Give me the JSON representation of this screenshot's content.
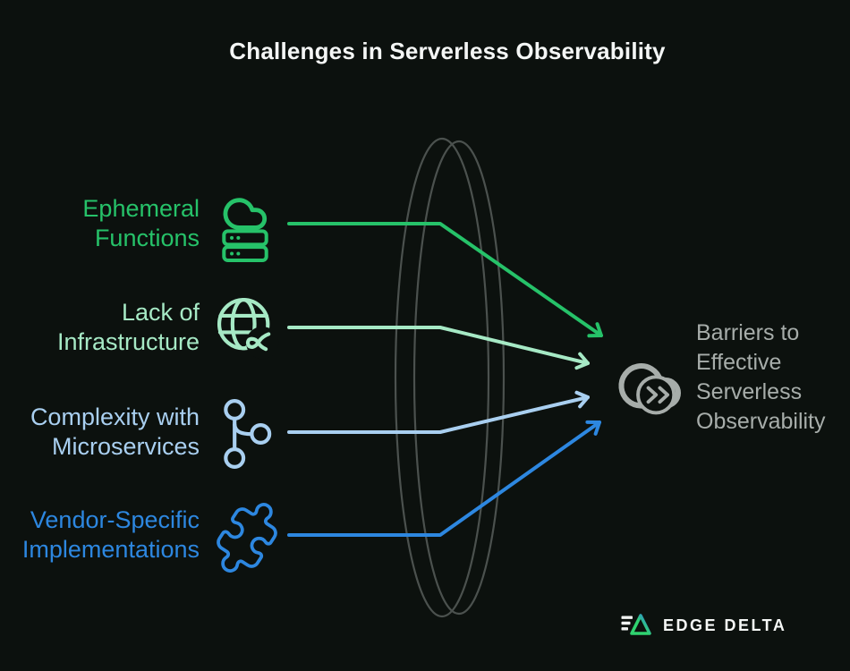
{
  "title": "Challenges in Serverless Observability",
  "challenges": [
    {
      "line1": "Ephemeral",
      "line2": "Functions",
      "color": "#26c269",
      "icon": "cloud-server-icon"
    },
    {
      "line1": "Lack of",
      "line2": "Infrastructure",
      "color": "#a6e9c5",
      "icon": "globe-disconnected-icon"
    },
    {
      "line1": "Complexity with",
      "line2": "Microservices",
      "color": "#a9cff0",
      "icon": "microservices-nodes-icon"
    },
    {
      "line1": "Vendor-Specific",
      "line2": "Implementations",
      "color": "#2d87e0",
      "icon": "puzzle-piece-icon"
    }
  ],
  "outcome": {
    "line1": "Barriers to",
    "line2": "Effective",
    "line3": "Serverless",
    "line4": "Observability",
    "color": "#a7adaa",
    "icon": "cloud-chevrons-icon"
  },
  "brand": {
    "name": "EDGE DELTA"
  },
  "colors": {
    "background": "#0c110e",
    "title_text": "#f4f6f5",
    "lens_stroke": "#4b514e",
    "arrow_green": "#26c269",
    "arrow_mint": "#a6e9c5",
    "arrow_light_blue": "#a9cff0",
    "arrow_blue": "#2d87e0",
    "outcome_gray": "#a7adaa",
    "logo_green": "#2fd36f",
    "logo_blue": "#2e86de"
  }
}
